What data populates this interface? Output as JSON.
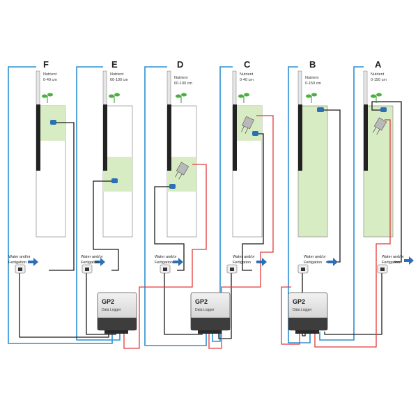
{
  "columns": [
    {
      "letter": "F",
      "nutrient": "Nutrient",
      "depth": "0-40 cm"
    },
    {
      "letter": "E",
      "nutrient": "Nutrient",
      "depth": "60-100 cm"
    },
    {
      "letter": "D",
      "nutrient": "Nutrient",
      "depth": "60-100 cm"
    },
    {
      "letter": "C",
      "nutrient": "Nutrient",
      "depth": "0-40 cm"
    },
    {
      "letter": "B",
      "nutrient": "Nutrient",
      "depth": "0-150 cm"
    },
    {
      "letter": "A",
      "nutrient": "Nutrient",
      "depth": "0-150 cm"
    }
  ],
  "valves": [
    {
      "line1": "Water and/or",
      "line2": "Fertigation"
    },
    {
      "line1": "Water and/or",
      "line2": "Fertigation"
    },
    {
      "line1": "Water and/or",
      "line2": "Fertigation"
    },
    {
      "line1": "Water and/or",
      "line2": "Fertigation"
    },
    {
      "line1": "Water and/or",
      "line2": "Fertigation"
    },
    {
      "line1": "Water and/or",
      "line2": "Fertigation"
    }
  ],
  "loggers": [
    {
      "title": "GP2",
      "subtitle": "Data Logger"
    },
    {
      "title": "GP2",
      "subtitle": "Data Logger"
    },
    {
      "title": "GP2",
      "subtitle": "Data Logger"
    }
  ],
  "colors": {
    "water_line": "#2b8fd0",
    "signal_line": "#1a1a1a",
    "power_line": "#e23b3b",
    "nutrient_zone": "#d8ecc4",
    "column_border": "#9a9a9a"
  }
}
